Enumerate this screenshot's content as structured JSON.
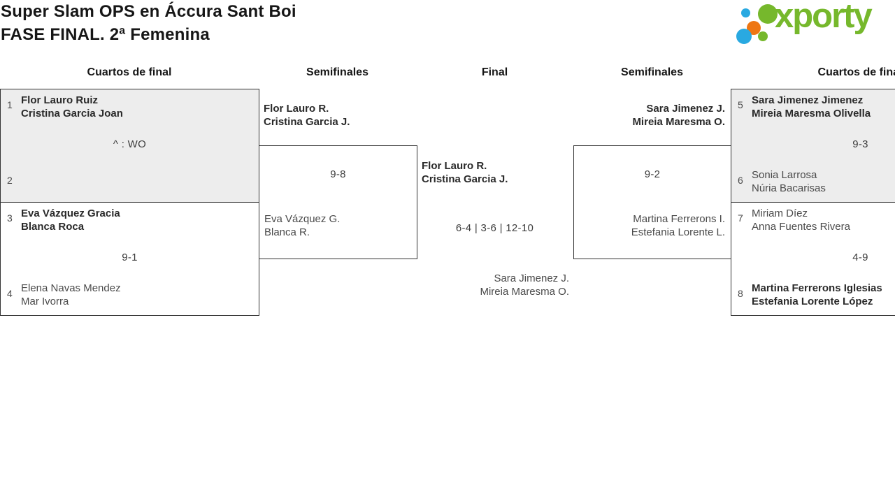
{
  "page": {
    "title_line1": "Super Slam OPS en Áccura Sant Boi",
    "title_line2": "FASE FINAL. 2ª Femenina"
  },
  "logo": {
    "text": "xporty",
    "brand_green": "#76b82c",
    "brand_blue": "#29a9e1",
    "brand_orange": "#ee7613"
  },
  "round_headers": [
    "Cuartos de final",
    "Semifinales",
    "Final",
    "Semifinales",
    "Cuartos de final"
  ],
  "colors": {
    "box_border": "#333333",
    "box_grey_fill": "#ededed",
    "winner_text": "#2a2a2a",
    "loser_text": "#4a4a4a"
  },
  "bracket": {
    "quarterfinals_left": [
      {
        "team1": {
          "seed": "1",
          "players": [
            "Flor Lauro Ruiz",
            "Cristina Garcia Joan"
          ],
          "winner": true
        },
        "score": "^ : WO",
        "team2": {
          "seed": "2",
          "players": [],
          "winner": false
        }
      },
      {
        "team1": {
          "seed": "3",
          "players": [
            "Eva Vázquez Gracia",
            "Blanca Roca"
          ],
          "winner": true
        },
        "score": "9-1",
        "team2": {
          "seed": "4",
          "players": [
            "Elena Navas Mendez",
            "Mar Ivorra"
          ],
          "winner": false
        }
      }
    ],
    "semifinal_left": {
      "team1": {
        "players": [
          "Flor Lauro R.",
          "Cristina Garcia J."
        ],
        "winner": true
      },
      "score": "9-8",
      "team2": {
        "players": [
          "Eva Vázquez G.",
          "Blanca R."
        ],
        "winner": false
      }
    },
    "final": {
      "team1": {
        "players": [
          "Flor Lauro R.",
          "Cristina Garcia J."
        ],
        "winner": true
      },
      "score": "6-4 | 3-6 | 12-10",
      "team2": {
        "players": [
          "Sara Jimenez J.",
          "Mireia Maresma O."
        ],
        "winner": false
      }
    },
    "semifinal_right": {
      "team1": {
        "players": [
          "Sara Jimenez J.",
          "Mireia Maresma O."
        ],
        "winner": true
      },
      "score": "9-2",
      "team2": {
        "players": [
          "Martina Ferrerons I.",
          "Estefania Lorente L."
        ],
        "winner": false
      }
    },
    "quarterfinals_right": [
      {
        "team1": {
          "seed": "5",
          "players": [
            "Sara Jimenez Jimenez",
            "Mireia Maresma Olivella"
          ],
          "winner": true
        },
        "score": "9-3",
        "team2": {
          "seed": "6",
          "players": [
            "Sonia Larrosa",
            "Núria Bacarisas"
          ],
          "winner": false
        }
      },
      {
        "team1": {
          "seed": "7",
          "players": [
            "Miriam Díez",
            "Anna Fuentes Rivera"
          ],
          "winner": false
        },
        "score": "4-9",
        "team2": {
          "seed": "8",
          "players": [
            "Martina Ferrerons Iglesias",
            "Estefania Lorente López"
          ],
          "winner": true
        }
      }
    ]
  }
}
